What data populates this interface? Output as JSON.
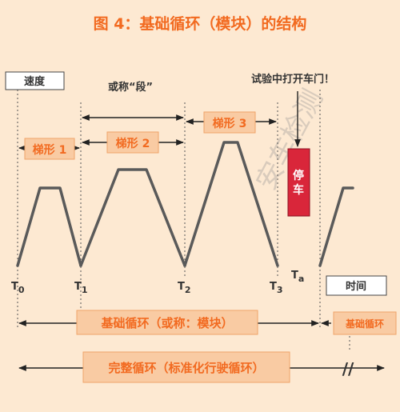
{
  "title": "图 4：基础循环（模块）的结构",
  "axis": {
    "speed_label": "速度",
    "time_label": "时间"
  },
  "annotations": {
    "segment_note": "或称“段”",
    "door_test_note": "试验中打开车门！",
    "stop_label_1": "停",
    "stop_label_2": "车"
  },
  "trapezoids": [
    {
      "label": "梯形",
      "number": "1"
    },
    {
      "label": "梯形",
      "number": "2"
    },
    {
      "label": "梯形",
      "number": "3"
    }
  ],
  "time_marks": {
    "t0": {
      "main": "T",
      "sub": "0"
    },
    "t1": {
      "main": "T",
      "sub": "1"
    },
    "t2": {
      "main": "T",
      "sub": "2"
    },
    "t3": {
      "main": "T",
      "sub": "3"
    },
    "ta": {
      "main": "T",
      "sub": "a"
    }
  },
  "basic_cycle_label": "基础循环（或称：模块）",
  "basic_cycle_short": "基础循环",
  "full_cycle_label": "完整循环（标准化行驶循环）",
  "break_mark": "//",
  "watermark_text": "安车检测",
  "colors": {
    "background": "#fde9d2",
    "accent": "#f26a20",
    "stop_box": "#d9263a",
    "box_fill": "#f9cba3"
  }
}
